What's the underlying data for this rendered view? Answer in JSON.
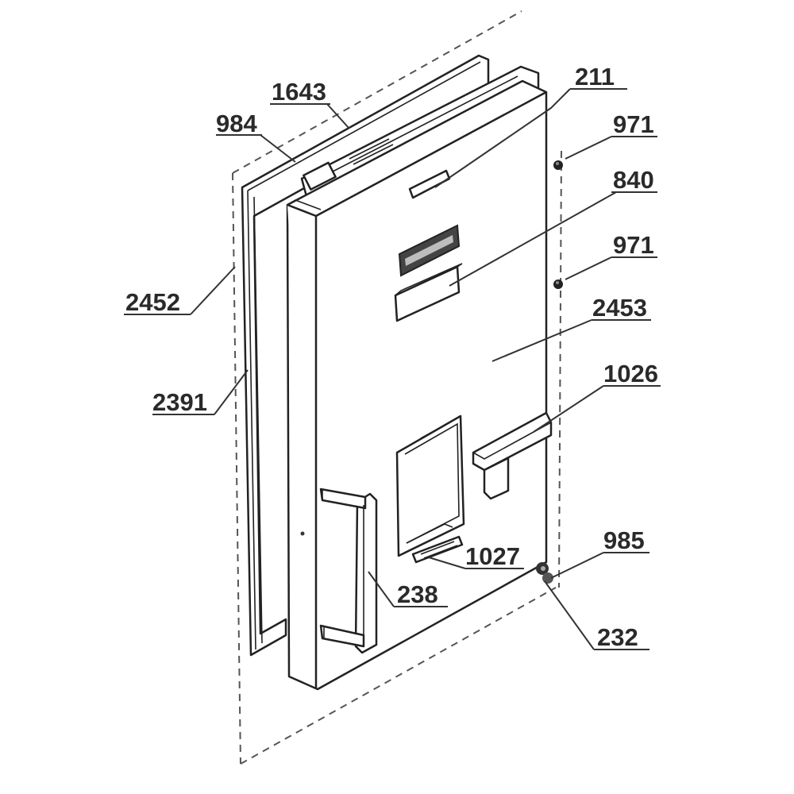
{
  "labels": {
    "p211": "211",
    "p1643": "1643",
    "p984": "984",
    "p971a": "971",
    "p840": "840",
    "p971b": "971",
    "p2452": "2452",
    "p2453": "2453",
    "p1026": "1026",
    "p2391": "2391",
    "p1027": "1027",
    "p985": "985",
    "p238": "238",
    "p232": "232"
  }
}
